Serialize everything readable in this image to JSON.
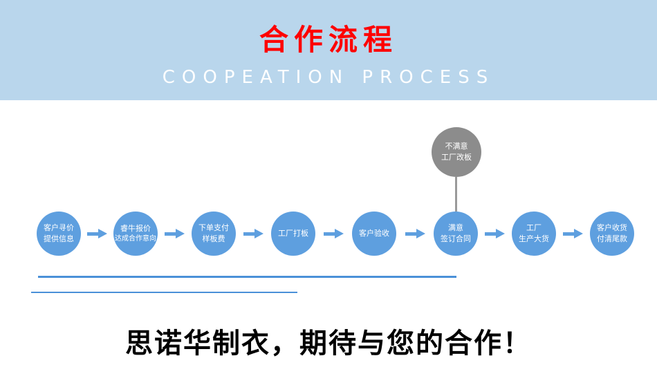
{
  "banner": {
    "title": "合作流程",
    "subtitle": "COOPEATION PROCESS",
    "bg_color": "#b9d6ec",
    "title_color": "#ff0000",
    "subtitle_color": "#ffffff"
  },
  "flow": {
    "circle_color": "#5e9fdf",
    "branch_color": "#8c8c8c",
    "steps": [
      {
        "line1": "客户寻价",
        "line2": "提供信息"
      },
      {
        "line1": "睿牛报价",
        "line2": "达成合作意向"
      },
      {
        "line1": "下单支付",
        "line2": "样板费"
      },
      {
        "line1": "工厂打板",
        "line2": ""
      },
      {
        "line1": "客户验收",
        "line2": ""
      },
      {
        "line1": "满意",
        "line2": "签订合同"
      },
      {
        "line1": "工厂",
        "line2": "生产大货"
      },
      {
        "line1": "客户收货",
        "line2": "付清尾款"
      }
    ],
    "branch": {
      "line1": "不满意",
      "line2": "工厂改板"
    }
  },
  "footer": {
    "slogan": "思诺华制衣，期待与您的合作！",
    "divider_color": "#4a90d8"
  }
}
